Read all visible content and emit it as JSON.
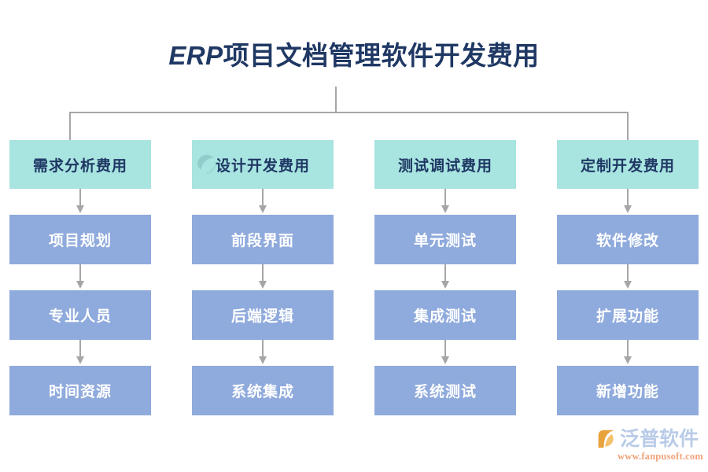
{
  "title": {
    "latin_part": "ERP",
    "cjk_part": "项目文档管理软件开发费用",
    "color": "#1f3864"
  },
  "theme": {
    "header_bg": "#a8e4e0",
    "header_text": "#1f3864",
    "node_bg": "#8faadc",
    "node_text": "#ffffff",
    "connector": "#a6a6a6",
    "background": "#ffffff"
  },
  "columns": [
    {
      "header": "需求分析费用",
      "items": [
        "项目规划",
        "专业人员",
        "时间资源"
      ]
    },
    {
      "header": "设计开发费用",
      "items": [
        "前段界面",
        "后端逻辑",
        "系统集成"
      ]
    },
    {
      "header": "测试调试费用",
      "items": [
        "单元测试",
        "集成测试",
        "系统测试"
      ]
    },
    {
      "header": "定制开发费用",
      "items": [
        "软件修改",
        "扩展功能",
        "新增功能"
      ]
    }
  ],
  "logo": {
    "name": "泛普软件",
    "url": "www.fanpusoft.com",
    "mark_color": "#e8a33d",
    "name_color": "#b9cbe8",
    "url_color": "#f0a37a"
  }
}
